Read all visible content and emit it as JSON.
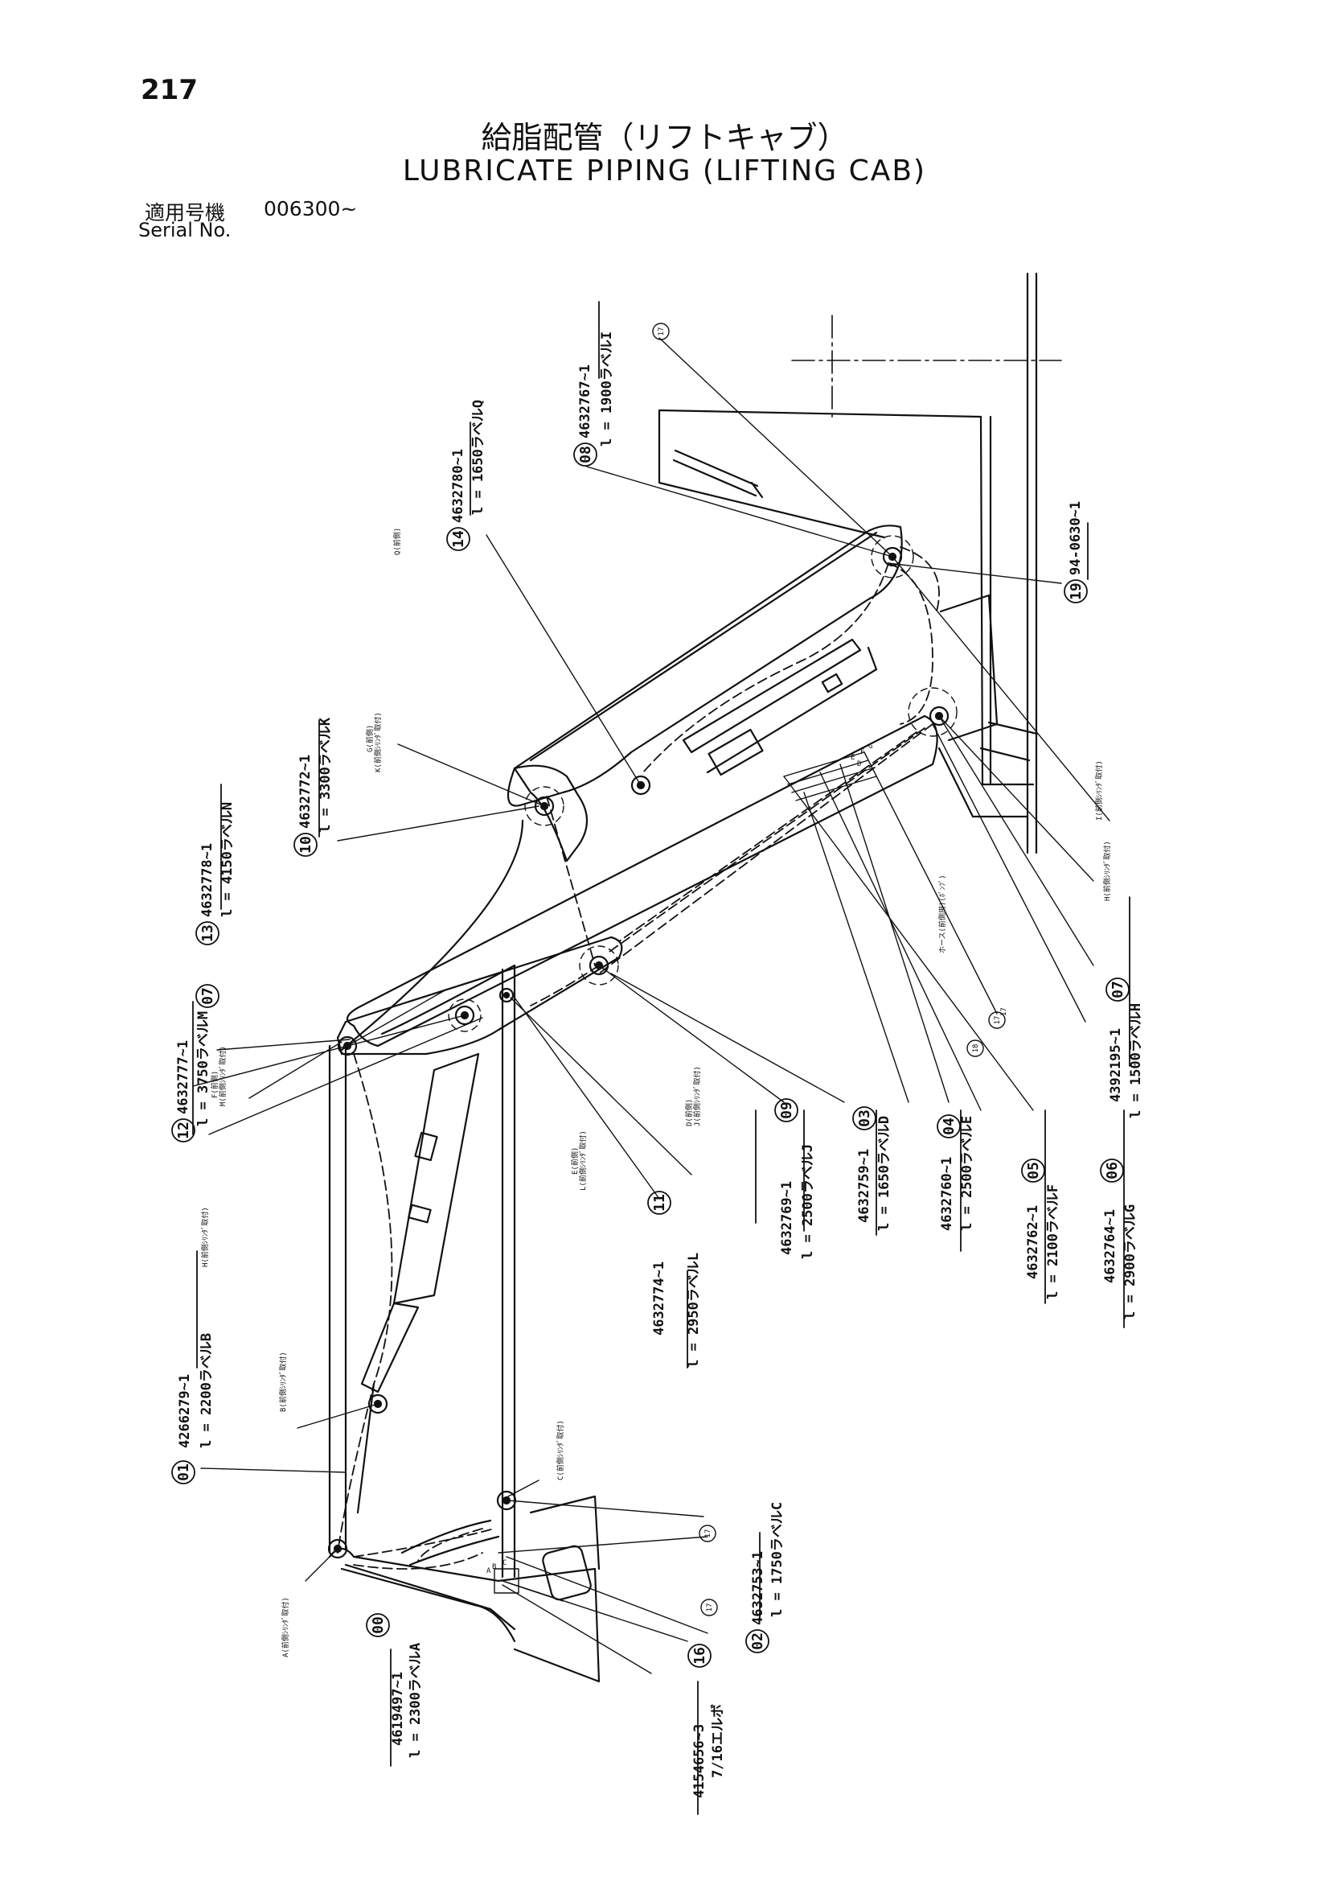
{
  "header": {
    "page_number": "217",
    "title_jp": "給脂配管（リフトキャブ）",
    "title_en": "LUBRICATE PIPING (LIFTING CAB)",
    "serial_label_jp": "適用号機",
    "serial_value": "006300~",
    "serial_label_en": "Serial No."
  },
  "callouts": [
    {
      "id": "c00",
      "num": "00",
      "part": "4619497~1",
      "length": "l = 2300ラベルA"
    },
    {
      "id": "c01",
      "num": "01",
      "part": "4266279~1",
      "length": "l = 2200ラベルB"
    },
    {
      "id": "c02",
      "num": "02",
      "part": "4632753~1",
      "length": "l = 1750ラベルC"
    },
    {
      "id": "c03",
      "num": "03",
      "part": "4632759~1",
      "length": "l = 1650ラベルD"
    },
    {
      "id": "c04",
      "num": "04",
      "part": "4632760~1",
      "length": "l = 2500ラベルE"
    },
    {
      "id": "c05",
      "num": "05",
      "part": "4632762~1",
      "length": "l = 2100ラベルF"
    },
    {
      "id": "c06",
      "num": "06",
      "part": "4632764~1",
      "length": "l = 2900ラベルG"
    },
    {
      "id": "c07",
      "num": "07",
      "part": "4392195~1",
      "length": "l = 1500ラベルH"
    },
    {
      "id": "c08",
      "num": "08",
      "part": "4632767~1",
      "length": "l = 1900ラベルI"
    },
    {
      "id": "c09",
      "num": "09",
      "part": "4632769~1",
      "length": "l = 2500ラベルJ"
    },
    {
      "id": "c10",
      "num": "10",
      "part": "4632772~1",
      "length": "l = 3300ラベルK"
    },
    {
      "id": "c11",
      "num": "11",
      "part": "4632774~1",
      "length": "l = 2950ラベルL"
    },
    {
      "id": "c12",
      "num": "12",
      "part": "4632777~1",
      "length": "l = 3750ラベルM"
    },
    {
      "id": "c13",
      "num": "13",
      "part": "4632778~1",
      "length": "l = 4150ラベルN"
    },
    {
      "id": "c14",
      "num": "14",
      "part": "4632780~1",
      "length": "l = 1650ラベルQ"
    },
    {
      "id": "c16",
      "num": "16",
      "part": "4154656~3",
      "length": "7/16エルボ"
    },
    {
      "id": "c19",
      "num": "19",
      "part": "94-0630~1",
      "length": ""
    }
  ],
  "extra_circles": {
    "c07b": "07",
    "c17a": "17",
    "c17b": "17",
    "c17c": "17",
    "c17d": "17",
    "c17e": "17",
    "c18": "18"
  },
  "letters": {
    "d": "D",
    "e": "E",
    "f": "F",
    "g": "G",
    "a": "A",
    "b": "B",
    "c": "C"
  },
  "small_labels": {
    "a_pin": "A(前側ｼﾘﾝﾀﾞ取付)",
    "b_pin": "B(前側ｼﾘﾝﾀﾞ取付)",
    "c_pin": "C(前側ｼﾘﾝﾀﾞ取付)",
    "d_pin": "D(前側)",
    "d_pin2": "J(前側ｼﾘﾝﾀﾞ取付)",
    "e_pin": "E(前側)",
    "e_pin2": "L(前側ｼﾘﾝﾀﾞ取付)",
    "f_pin": "F(前側)",
    "f_pin2": "M(前側ｼﾘﾝﾀﾞ取付)",
    "g_pin": "G(前側)",
    "g_pin2": "K(前側ｼﾘﾝﾀﾞ取付)",
    "h_pin": "H(前側ｼﾘﾝﾀﾞ取付)",
    "hh_pin": "H(前側ｼﾘﾝﾀﾞ取付)",
    "i_pin": "I(前側ｼﾘﾝﾀﾞ取付)",
    "q_pin": "Q(前側)",
    "hose": "ホース(前側用)(ﾎﾟﾝﾌﾟ)"
  }
}
